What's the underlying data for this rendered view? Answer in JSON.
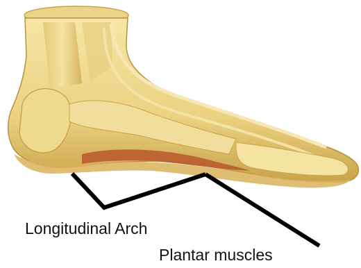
{
  "figure": {
    "labels": {
      "longitudinal_arch": "Longitudinal Arch",
      "plantar_muscles": "Plantar muscles"
    },
    "illustration": "anatomical-foot-model",
    "colors": {
      "background": "#ffffff",
      "bone": "#f0d98a",
      "bone_shadow": "#c9a34a",
      "tendon": "#e7d7a3",
      "sole": "#d9b25a",
      "muscle": "#b8572c",
      "leader_line": "#000000",
      "label_text": "#111111"
    }
  }
}
